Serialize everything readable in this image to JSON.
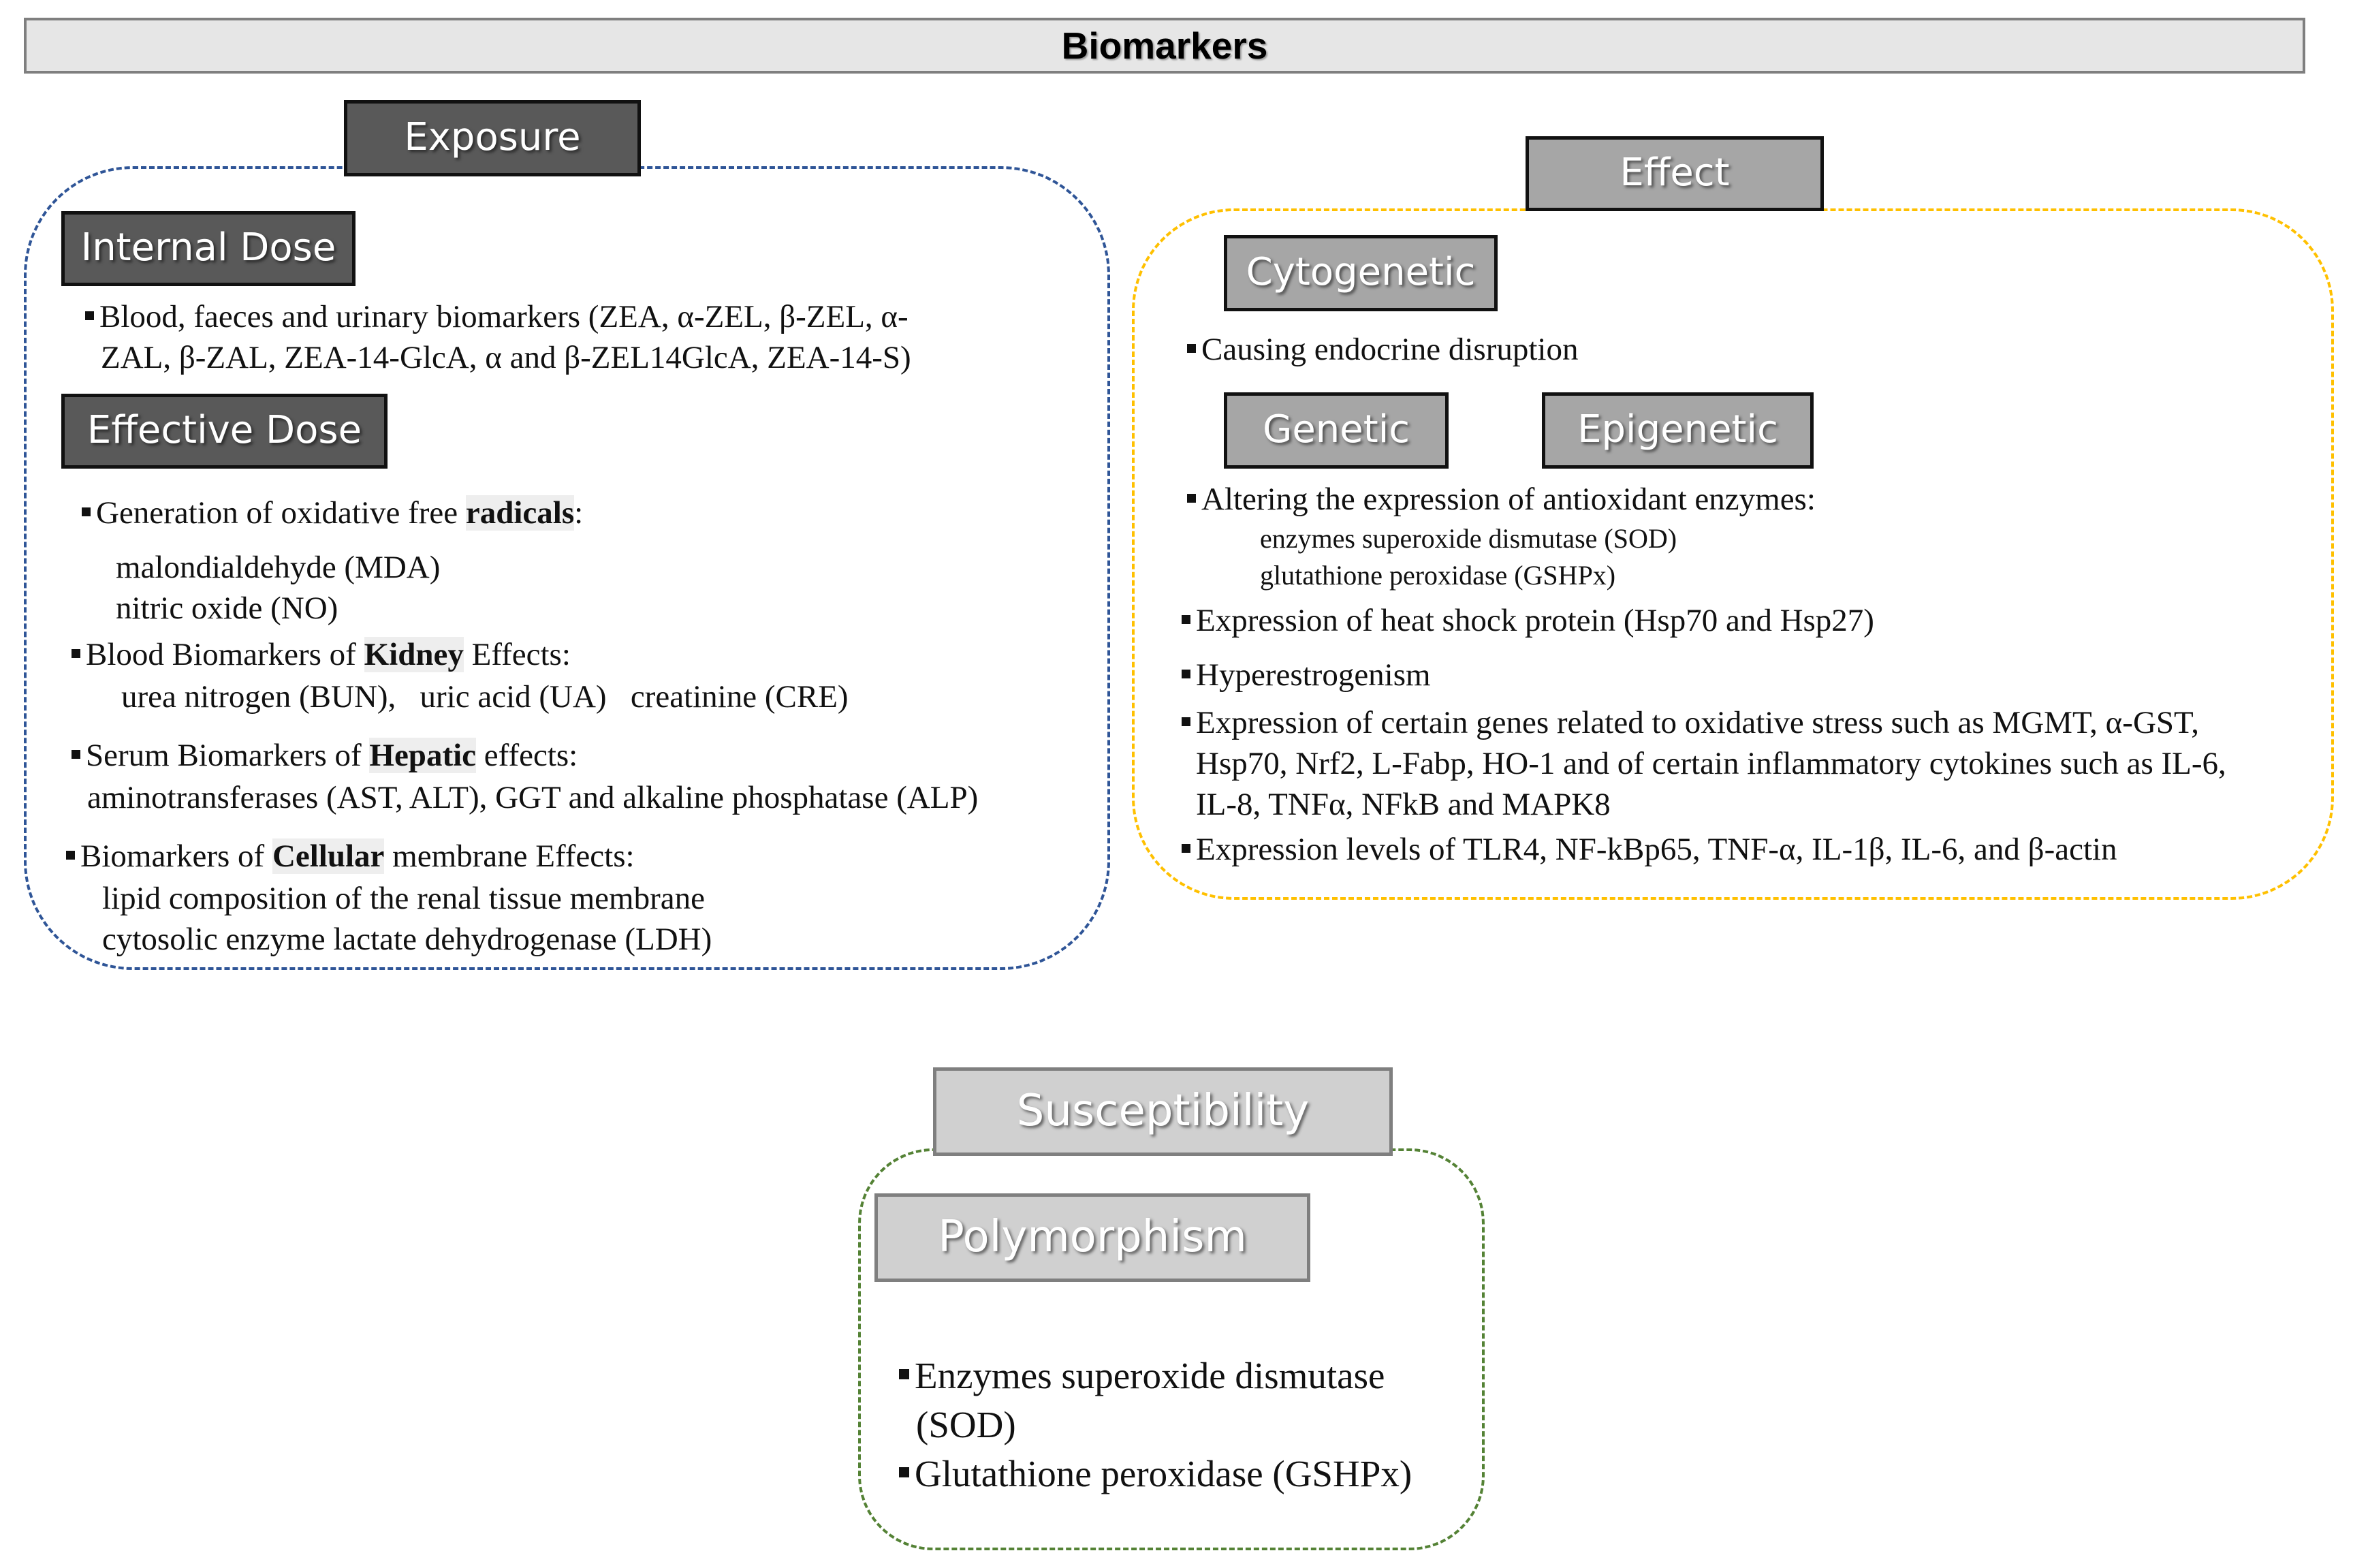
{
  "title": "Biomarkers",
  "exposure": {
    "label": "Exposure",
    "internal_dose": {
      "label": "Internal Dose",
      "line1": "Blood, faeces and urinary biomarkers (ZEA, α-ZEL, β-ZEL, α-",
      "line2": "ZAL, β-ZAL, ZEA-14-GlcA, α and β-ZEL14GlcA, ZEA-14-S)"
    },
    "effective_dose": {
      "label": "Effective Dose",
      "radicals_pre": "Generation of oxidative free ",
      "radicals_hl": "radicals",
      "radicals_post": ":",
      "mda": "malondialdehyde (MDA)",
      "no": "nitric oxide (NO)",
      "kidney_pre": "Blood Biomarkers of ",
      "kidney_hl": "Kidney",
      "kidney_post": " Effects:",
      "kidney_items": "urea nitrogen (BUN),   uric acid (UA)   creatinine (CRE)",
      "hepatic_pre": "Serum Biomarkers of ",
      "hepatic_hl": "Hepatic",
      "hepatic_post": " effects:",
      "hepatic_items": "aminotransferases (AST, ALT), GGT and alkaline phosphatase (ALP)",
      "cellular_pre": "Biomarkers of ",
      "cellular_hl": "Cellular",
      "cellular_post": " membrane Effects:",
      "cellular_item1": "lipid composition of the renal tissue membrane",
      "cellular_item2": "cytosolic enzyme lactate dehydrogenase (LDH)"
    }
  },
  "effect": {
    "label": "Effect",
    "cytogenetic_label": "Cytogenetic",
    "cytogenetic_item": "Causing endocrine disruption",
    "genetic_label": "Genetic",
    "epigenetic_label": "Epigenetic",
    "antioxidant": "Altering the expression of antioxidant enzymes:",
    "sod": "enzymes superoxide dismutase (SOD)",
    "gshpx": "glutathione peroxidase (GSHPx)",
    "hsp": "Expression of heat shock protein (Hsp70 and Hsp27)",
    "hyper": "Hyperestrogenism",
    "genes_line1": "Expression of certain genes related to oxidative stress such as MGMT, α-GST,",
    "genes_line2": "Hsp70, Nrf2, L-Fabp, HO-1 and of certain inflammatory cytokines such as IL-6,",
    "genes_line3": "IL-8, TNFα, NFkB and MAPK8",
    "tlr4": "Expression levels of TLR4, NF-kBp65, TNF-α, IL-1β, IL-6, and β-actin"
  },
  "susceptibility": {
    "label": "Susceptibility",
    "polymorphism_label": "Polymorphism",
    "item1_line1": "Enzymes superoxide dismutase",
    "item1_line2": "(SOD)",
    "item2": "Glutathione peroxidase (GSHPx)"
  },
  "colors": {
    "exposure_border": "#2f5597",
    "effect_border": "#ffc000",
    "susceptibility_border": "#548235"
  }
}
